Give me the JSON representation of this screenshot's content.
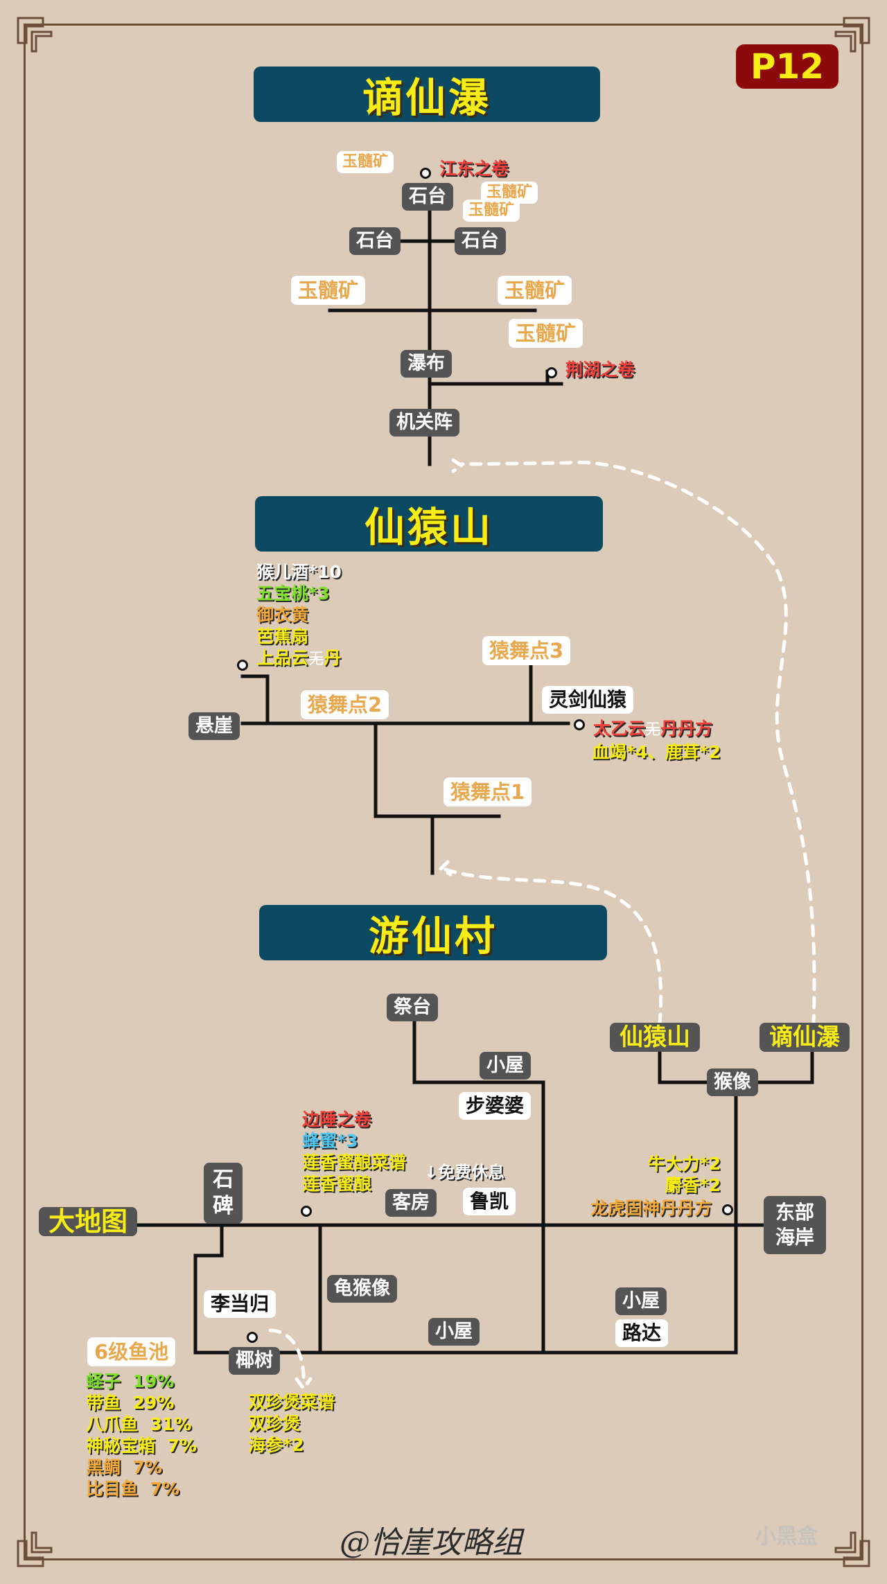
{
  "badge": "P12",
  "sections": {
    "waterfall": {
      "title": "谪仙瀑",
      "nodes": {
        "stone1": "石台",
        "stone2": "石台",
        "stone3": "石台",
        "falls": "瀑布",
        "mechanism": "机关阵"
      },
      "ores": [
        "玉髓矿",
        "玉髓矿",
        "玉髓矿",
        "玉髓矿",
        "玉髓矿",
        "玉髓矿"
      ],
      "scrolls": {
        "jiangdong": "江东之卷",
        "jinghu": "荆湖之卷"
      }
    },
    "ape_mountain": {
      "title": "仙猿山",
      "nodes": {
        "cliff": "悬崖",
        "spirit_ape": "灵剑仙猿"
      },
      "dance_points": {
        "p1": "猿舞点1",
        "p2": "猿舞点2",
        "p3": "猿舞点3"
      },
      "cliff_items": [
        "猴儿酒*10",
        "五宝桃*3",
        "御衣黄",
        "芭蕉扇",
        "上品云"
      ],
      "cliff_item_suffix": "丹",
      "cliff_item_glyph": "无",
      "boss_rewards": {
        "recipe": "太乙云",
        "recipe_glyph": "无",
        "recipe_suffix": "丹丹方",
        "items": "血竭*4、鹿茸*2"
      }
    },
    "village": {
      "title": "游仙村",
      "nodes": {
        "altar": "祭台",
        "hut1": "小屋",
        "bu_granny": "步婆婆",
        "monkey_statue": "猴像",
        "ape_mountain_link": "仙猿山",
        "waterfall_link": "谪仙瀑",
        "stele": "石碑",
        "world_map": "大地图",
        "inn": "客房",
        "lukai": "鲁凯",
        "east_coast": "东部海岸",
        "turtle_statue": "龟猴像",
        "hut2": "小屋",
        "hut3": "小屋",
        "luda": "路达",
        "li_danggui": "李当归",
        "coconut": "椰树"
      },
      "inn_items": [
        "边陲之卷",
        "蜂蜜*3",
        "莲香蜜酿菜谱",
        "莲香蜜酿"
      ],
      "free_rest": "↓免费休息",
      "coast_items": [
        "牛大力*2",
        "麝香*2",
        "龙虎固神丹丹方"
      ],
      "fish_pond": {
        "title": "6级鱼池",
        "fish": [
          {
            "name": "蛏子",
            "pct": "19%"
          },
          {
            "name": "带鱼",
            "pct": "29%"
          },
          {
            "name": "八爪鱼",
            "pct": "31%"
          },
          {
            "name": "神秘宝箱",
            "pct": "7%"
          },
          {
            "name": "黑鲷",
            "pct": "7%"
          },
          {
            "name": "比目鱼",
            "pct": "7%"
          }
        ]
      },
      "coconut_items": [
        "双珍煲菜谱",
        "双珍煲",
        "海参*2"
      ]
    }
  },
  "colors": {
    "banner": "#0c4a63",
    "banner_text": "#f7ec16",
    "badge": "#8c0a0a",
    "node": "#545454",
    "background": "#dccbb9"
  },
  "footer": "@恰崖攻略组",
  "watermark": "小黑盒"
}
